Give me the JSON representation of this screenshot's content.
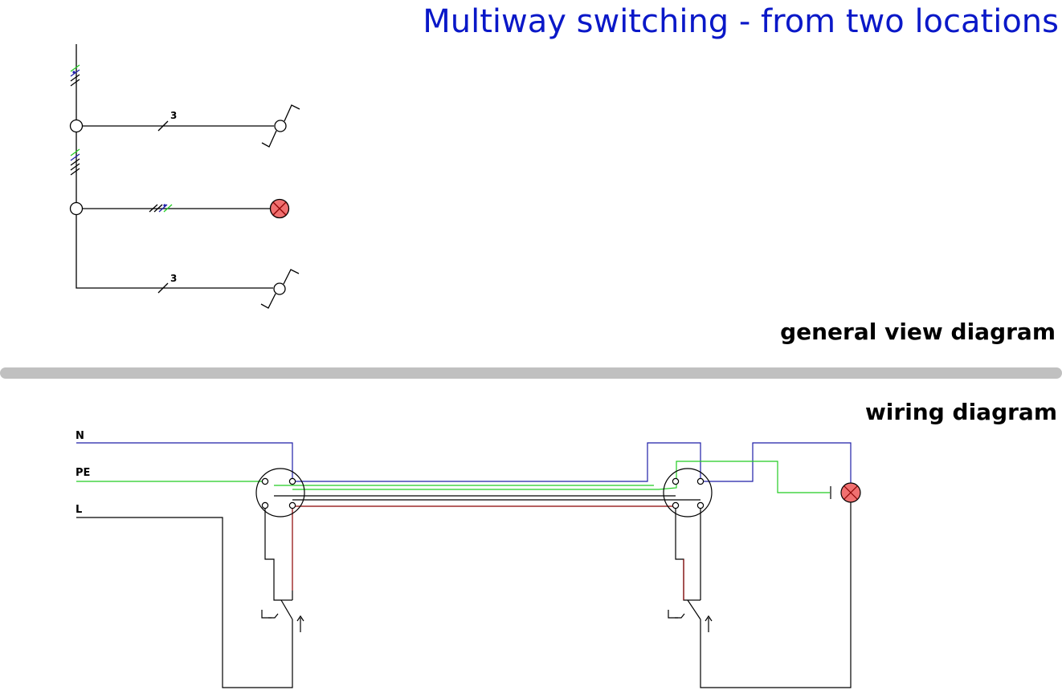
{
  "title": "Multiway switching - from two locations",
  "general_view": {
    "label": "general view diagram",
    "conductor_count_top": "3",
    "conductor_count_bottom": "3"
  },
  "wiring": {
    "label": "wiring diagram",
    "rails": {
      "neutral": "N",
      "protective_earth": "PE",
      "live": "L"
    }
  },
  "colors": {
    "title": "#0a18c8",
    "neutral": "#1f1fa8",
    "earth": "#22cc22",
    "live": "#000000",
    "switched": "#8b0000",
    "lamp_fill": "#f07070",
    "divider": "#c0c0c0"
  }
}
